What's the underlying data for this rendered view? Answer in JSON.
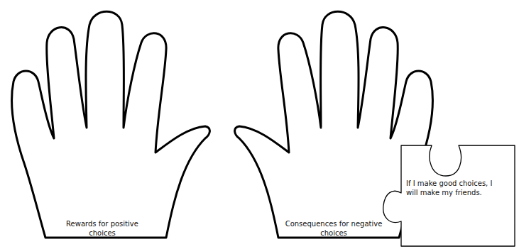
{
  "diagram": {
    "nodes": [
      {
        "text": [
          "Rewards for positive choices"
        ]
      },
      {
        "text": [
          "Consequences for negative choices"
        ]
      },
      {
        "text": [
          "If I make good choices, I will make my friends."
        ]
      }
    ]
  }
}
